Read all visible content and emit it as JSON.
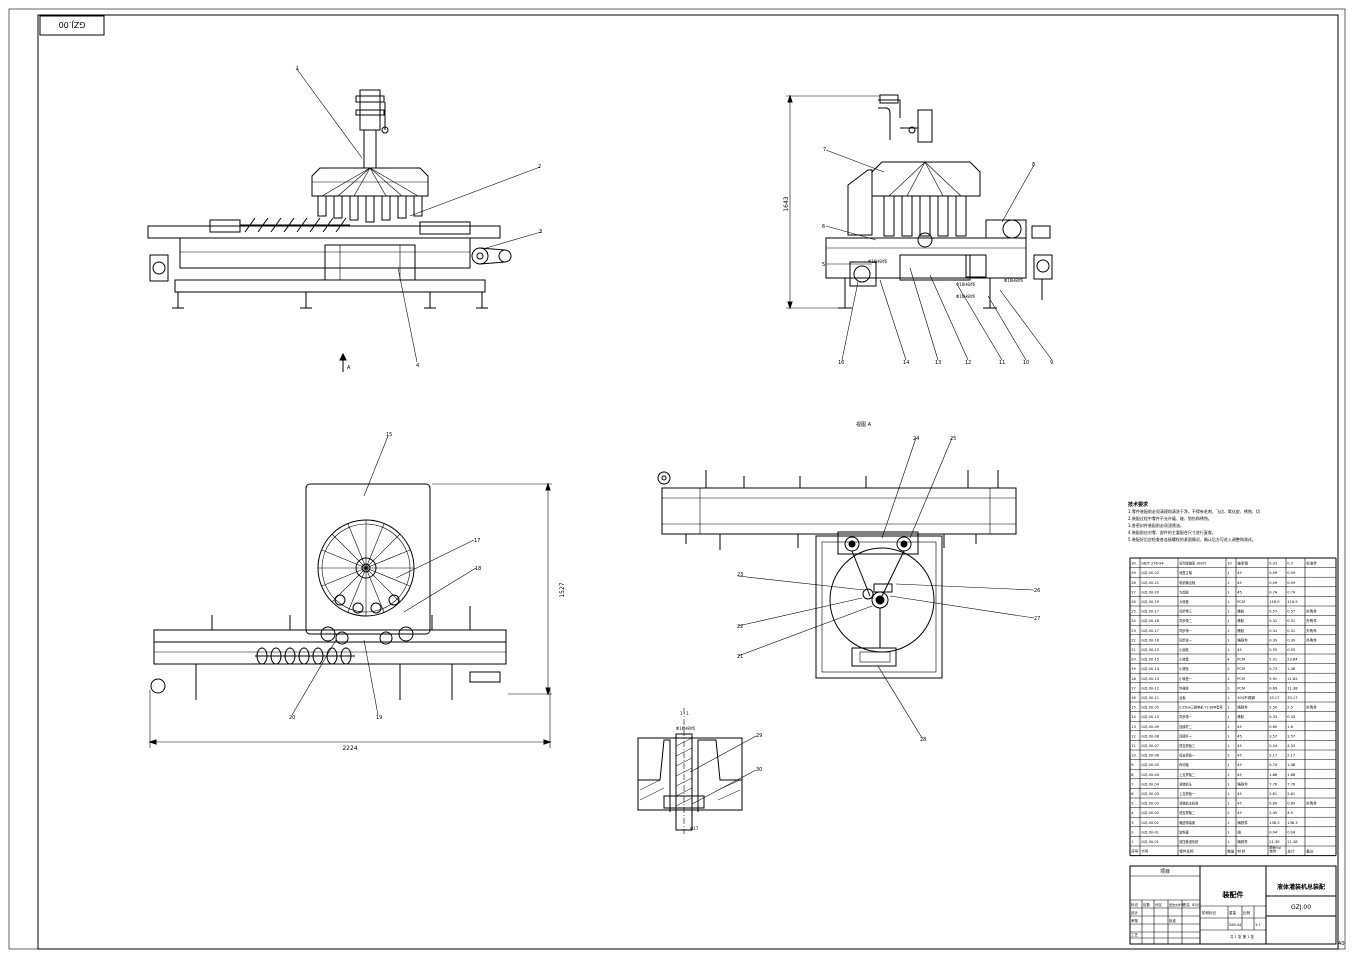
{
  "drawing": {
    "stamp_code": "GZJ.00",
    "sheet_mark": "A0"
  },
  "view_labels": {
    "view_a_caption": "视图 A",
    "arrow_label": "A",
    "section_label": "1 : 1"
  },
  "dimensions": {
    "height": "1643",
    "width": "2224",
    "depth": "1527",
    "ring_annotations": [
      "Φ16H8/f6",
      "Φ16H8/f6",
      "Φ16H8/f6",
      "Φ16H8/f6"
    ],
    "section_fit": "Φ16H8/f6",
    "section_bottom": "Φ17"
  },
  "balloons": {
    "front": [
      "1",
      "2",
      "3",
      "4"
    ],
    "side": [
      "7",
      "8",
      "6",
      "5",
      "16",
      "14",
      "13",
      "12",
      "11",
      "10",
      "9"
    ],
    "top": [
      "15",
      "17",
      "18",
      "20",
      "19"
    ],
    "view_a": [
      "24",
      "25",
      "23",
      "26",
      "27",
      "22",
      "21",
      "28"
    ],
    "section": [
      "29",
      "30"
    ]
  },
  "notes": {
    "title": "技术要求",
    "lines": [
      "1.零件装配前必须清理和清洗干净，不得有毛刺、飞边、氧化皮、锈蚀、切",
      "2.装配过程中零件不允许磕、碰、划伤和锈蚀。",
      "3.各密封件装配前必须浸透油。",
      "4.装配前应对零、部件的主要配合尺寸进行复查。",
      "5.装配好后应检查各连接螺栓的紧固情况，确认后方可进入调整和测试。"
    ]
  },
  "bom": {
    "rows": [
      [
        "30",
        "GB/T 276-94",
        "深沟球轴承 16005",
        "10",
        "轴承钢",
        "0.03",
        "0.3",
        "标准件"
      ],
      [
        "29",
        "GZJ.00-22",
        "转盘主轴",
        "1",
        "45",
        "0.09",
        "0.09",
        ""
      ],
      [
        "28",
        "GZJ.00-21",
        "电机输出轴",
        "1",
        "45",
        "0.09",
        "0.09",
        ""
      ],
      [
        "27",
        "GZJ.00-20",
        "大齿轮",
        "1",
        "45",
        "0.74",
        "0.74",
        ""
      ],
      [
        "26",
        "GZJ.00-19",
        "大转盘",
        "1",
        "PCM",
        "116.9",
        "116.9",
        ""
      ],
      [
        "25",
        "GZJ.00-17",
        "同步带三",
        "1",
        "橡胶",
        "0.57",
        "0.57",
        "外购件"
      ],
      [
        "24",
        "GZJ.00-18",
        "同步带二",
        "1",
        "橡胶",
        "0.31",
        "0.31",
        "外购件"
      ],
      [
        "23",
        "GZJ.00-17",
        "同步带一",
        "1",
        "橡胶",
        "0.31",
        "0.31",
        "外购件"
      ],
      [
        "22",
        "GZJ.00-16",
        "同步轮一",
        "1",
        "铸铁件",
        "0.39",
        "0.39",
        "外购件"
      ],
      [
        "21",
        "GZJ.00-15",
        "小齿轮",
        "1",
        "45",
        "0.55",
        "0.55",
        ""
      ],
      [
        "20",
        "GZJ.00-15",
        "小转盘",
        "4",
        "PCM",
        "5.91",
        "23.64",
        ""
      ],
      [
        "19",
        "GZJ.00-14",
        "小拨轮",
        "2",
        "PCM",
        "0.73",
        "1.46",
        ""
      ],
      [
        "18",
        "GZJ.00-13",
        "小转盘一",
        "2",
        "PCM",
        "5.91",
        "11.82",
        ""
      ],
      [
        "17",
        "GZJ.00-12",
        "外拨轮",
        "2",
        "PCM",
        "0.69",
        "11.38",
        ""
      ],
      [
        "16",
        "GZJ.00-11",
        "台板",
        "1",
        "304不锈钢",
        "33.17",
        "33.17",
        ""
      ],
      [
        "15",
        "GZJ.00.05",
        "0.55kw三相电机 Y2-80M型号",
        "1",
        "铸铁件",
        "2.50",
        "2.5",
        "外购件"
      ],
      [
        "14",
        "GZJ.00-10",
        "同步带一",
        "1",
        "橡胶",
        "0.33",
        "0.33",
        ""
      ],
      [
        "13",
        "GZJ.00-09",
        "连接杆二",
        "1",
        "45",
        "0.60",
        "1.6",
        ""
      ],
      [
        "12",
        "GZJ.00-08",
        "连接杆一",
        "1",
        "45",
        "3.57",
        "3.57",
        ""
      ],
      [
        "11",
        "GZJ.00-07",
        "底支撑板三",
        "1",
        "45",
        "0.54",
        "4.33",
        ""
      ],
      [
        "10",
        "GZJ.00-06",
        "底支撑板一",
        "2",
        "45",
        "2.17",
        "2.17",
        ""
      ],
      [
        "9",
        "GZJ.00-05",
        "传动轴",
        "1",
        "45",
        "0.74",
        "1.48",
        ""
      ],
      [
        "8",
        "GZJ.00-04",
        "上支撑板二",
        "1",
        "45",
        "1.88",
        "1.88",
        ""
      ],
      [
        "7",
        "GZJ.00.04",
        "灌装机头",
        "1",
        "铸铁件",
        "7.76",
        "7.76",
        ""
      ],
      [
        "6",
        "GZJ.00-03",
        "上支撑板一",
        "1",
        "45",
        "2.61",
        "2.61",
        ""
      ],
      [
        "5",
        "GZJ.00.03",
        "灌装机主机身",
        "1",
        "45",
        "0.69",
        "0.69",
        "外购件"
      ],
      [
        "4",
        "GZJ.00-02",
        "底支撑板二",
        "2",
        "45",
        "2.45",
        "4.9",
        ""
      ],
      [
        "3",
        "GZJ.00.02",
        "输送带装置",
        "1",
        "铸铁件",
        "136.3",
        "136.3",
        ""
      ],
      [
        "2",
        "GZJ.00-01",
        "软料塞",
        "1",
        "组",
        "0.04",
        "0.04",
        ""
      ],
      [
        "1",
        "GZJ.00.01",
        "液压管道系统",
        "1",
        "铸铁件",
        "21.38",
        "21.38",
        ""
      ]
    ],
    "header": [
      "序号",
      "代号",
      "零件名称",
      "数量",
      "材 料",
      "单件",
      "总计",
      "备注"
    ],
    "header_mass": "质量(kg)"
  },
  "title_block": {
    "project": "项目",
    "assembly": "装配件",
    "drawing_name": "液体灌装机总装配",
    "drawing_number": "GZJ.00",
    "labels": [
      "标记",
      "处数",
      "分区",
      "更改文件号",
      "签名",
      "年月日",
      "设计",
      "审核",
      "工艺",
      "批准"
    ],
    "stage_label": "阶段标记",
    "weight_label": "重量",
    "scale_label": "比例",
    "weight_value": "288.44",
    "scale_value": "1:7",
    "sheet_count": "共 1 张  第 1 张"
  }
}
